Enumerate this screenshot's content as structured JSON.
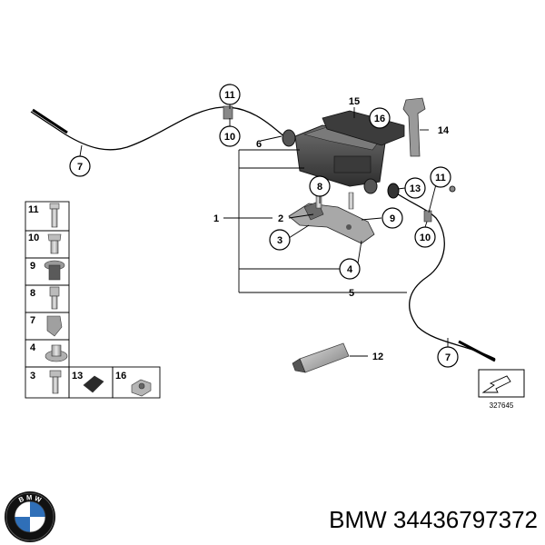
{
  "callouts": {
    "c1": "1",
    "c2": "2",
    "c3a": "3",
    "c4": "4",
    "c5": "5",
    "c6": "6",
    "c7a": "7",
    "c7b": "7",
    "c8": "8",
    "c9": "9",
    "c10a": "10",
    "c10b": "10",
    "c11a": "11",
    "c11b": "11",
    "c12": "12",
    "c13": "13",
    "c14": "14",
    "c15": "15",
    "c16": "16"
  },
  "legend": {
    "r11": "11",
    "r10": "10",
    "r9": "9",
    "r8": "8",
    "r7": "7",
    "r4": "4",
    "r3": "3",
    "r13": "13",
    "r16": "16"
  },
  "reference_number": "327645",
  "logo_letters": "BMW",
  "caption": "BMW 34436797372",
  "colors": {
    "line": "#000000",
    "part_dark": "#4a4a4a",
    "part_mid": "#8a8a8a",
    "part_light": "#c8c8c8"
  }
}
